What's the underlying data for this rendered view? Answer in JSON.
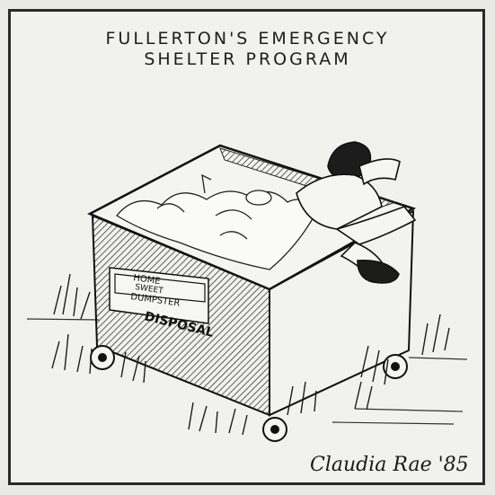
{
  "cartoon": {
    "title_line1": "FULLERTON'S EMERGENCY",
    "title_line2": "SHELTER PROGRAM",
    "sign_top_line1": "HOME",
    "sign_top_line2": "SWEET",
    "sign_top_line3": "DUMPSTER",
    "sign_bottom": "DISPOSAL",
    "signature": "Claudia Rae '85"
  }
}
